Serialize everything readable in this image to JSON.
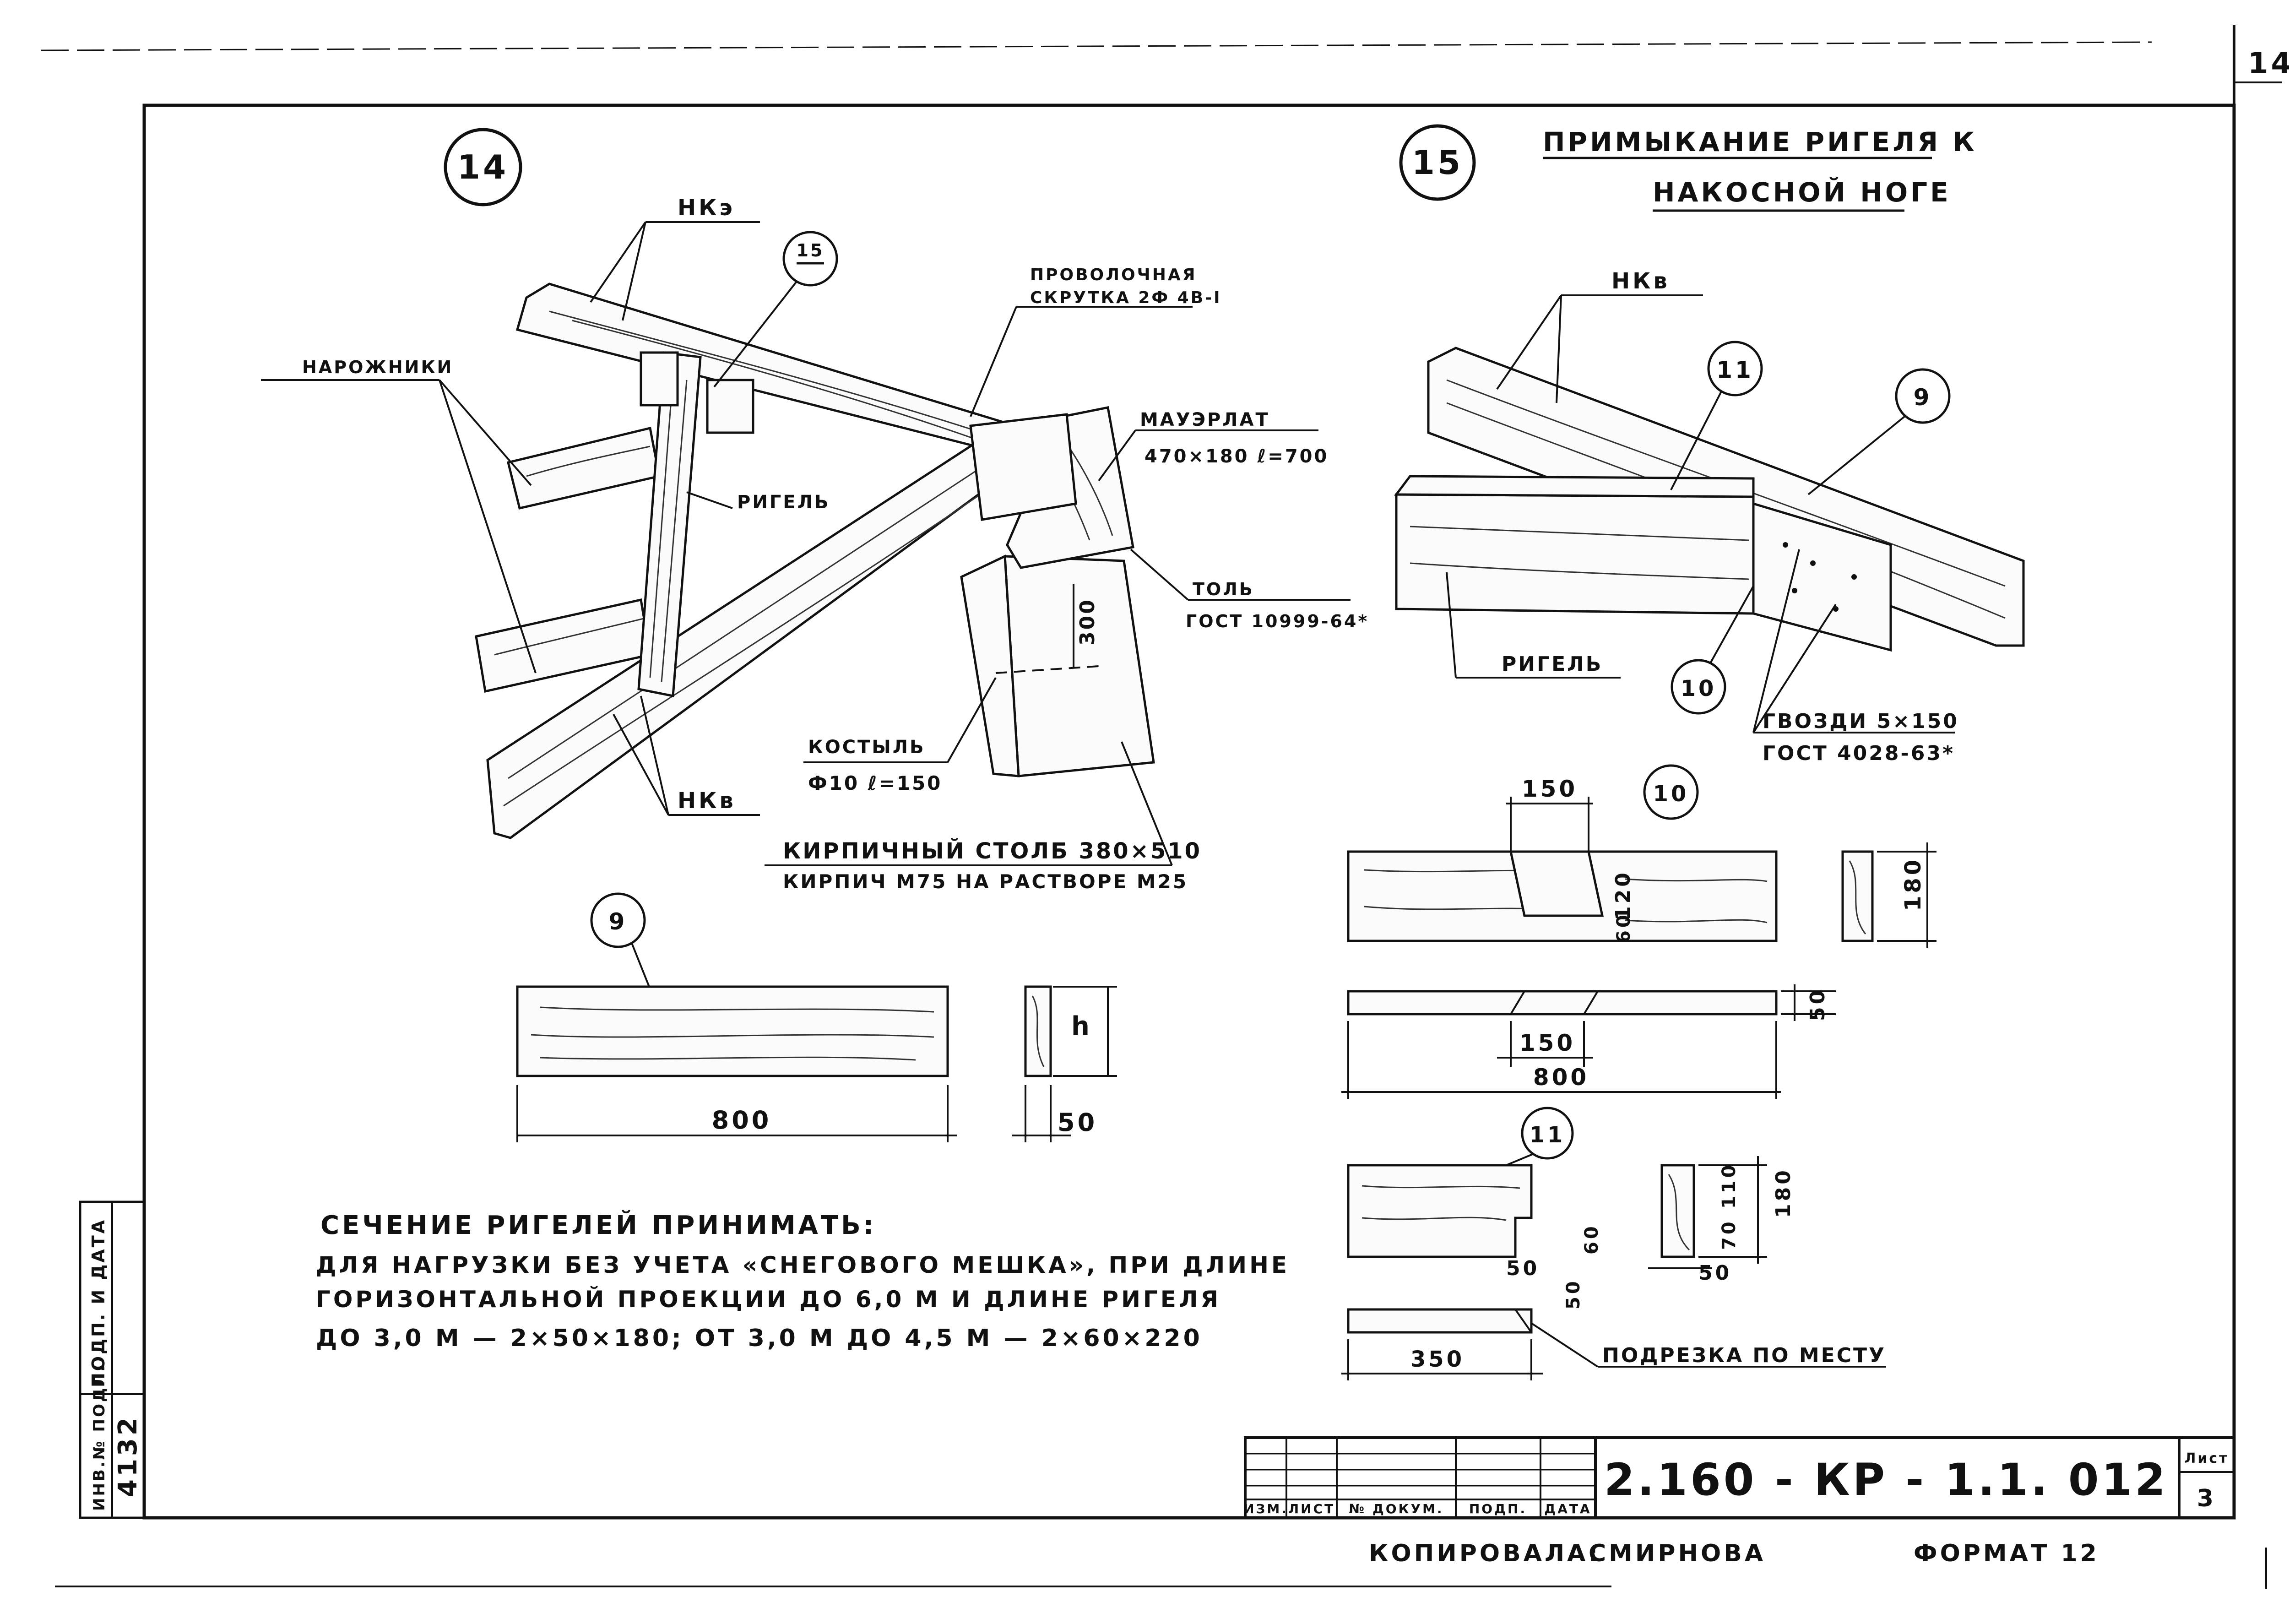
{
  "sheet": {
    "page_number": "14",
    "sheet_label": "Лист",
    "sheet_value": "3"
  },
  "detail14": {
    "marker": "14",
    "callouts": {
      "nk_top": "НКэ",
      "nk_bottom": "НКв",
      "naroshniki": "НАРОЖНИКИ",
      "rigel": "РИГЕЛЬ",
      "ref_number": "15",
      "wire_1": "ПРОВОЛОЧНАЯ",
      "wire_2": "СКРУТКА 2Ф 4В-I",
      "mauerlat_1": "МАУЭРЛАТ",
      "mauerlat_2": "470×180 ℓ=700",
      "tol_1": "ТОЛЬ",
      "tol_2": "ГОСТ 10999-64*",
      "kostyl_1": "КОСТЫЛЬ",
      "kostyl_2": "Ф10 ℓ=150",
      "pillar_1": "КИРПИЧНЫЙ СТОЛБ 380×510",
      "pillar_2": "КИРПИЧ М75 НА РАСТВОРЕ М25",
      "dim_300": "300"
    }
  },
  "detail15": {
    "marker": "15",
    "title_1": "ПРИМЫКАНИЕ РИГЕЛЯ К",
    "title_2": "НАКОСНОЙ НОГЕ",
    "callouts": {
      "nk": "НКв",
      "ref_11": "11",
      "ref_9": "9",
      "ref_10": "10",
      "rigel": "РИГЕЛЬ",
      "nails_1": "ГВОЗДИ 5×150",
      "nails_2": "ГОСТ 4028-63*"
    }
  },
  "part9": {
    "marker": "9",
    "length": "800",
    "thickness": "50",
    "height": "h"
  },
  "part10": {
    "marker": "10",
    "top": "150",
    "h120": "120",
    "h60": "60",
    "side": "180",
    "thick": "50",
    "notch": "150",
    "length": "800"
  },
  "part11": {
    "marker": "11",
    "d60": "60",
    "d50": "50",
    "d50b": "50",
    "d110": "110",
    "d70": "70",
    "d180": "180",
    "d50c": "50",
    "length": "350",
    "note": "ПОДРЕЗКА ПО МЕСТУ"
  },
  "note": {
    "line1": "СЕЧЕНИЕ РИГЕЛЕЙ ПРИНИМАТЬ:",
    "line2": "ДЛЯ НАГРУЗКИ БЕЗ УЧЕТА «СНЕГОВОГО МЕШКА», ПРИ ДЛИНЕ",
    "line3": "ГОРИЗОНТАЛЬНОЙ ПРОЕКЦИИ ДО 6,0 М И ДЛИНЕ РИГЕЛЯ",
    "line4": "ДО 3,0 М — 2×50×180; ОТ 3,0 М ДО 4,5 М — 2×60×220"
  },
  "stamp": {
    "cols": [
      "ИЗМ.",
      "ЛИСТ",
      "№ ДОКУМ.",
      "ПОДП.",
      "ДАТА"
    ],
    "code": "2.160 - КР - 1.1. 012"
  },
  "side_stamp": {
    "inv": "ИНВ.№ ПОДЛ.",
    "sign": "ПОДП. И ДАТА",
    "inv_value": "4132"
  },
  "footer": {
    "copied_label": "КОПИРОВАЛА:",
    "copied_name": "СМИРНОВА",
    "format": "ФОРМАТ 12"
  }
}
